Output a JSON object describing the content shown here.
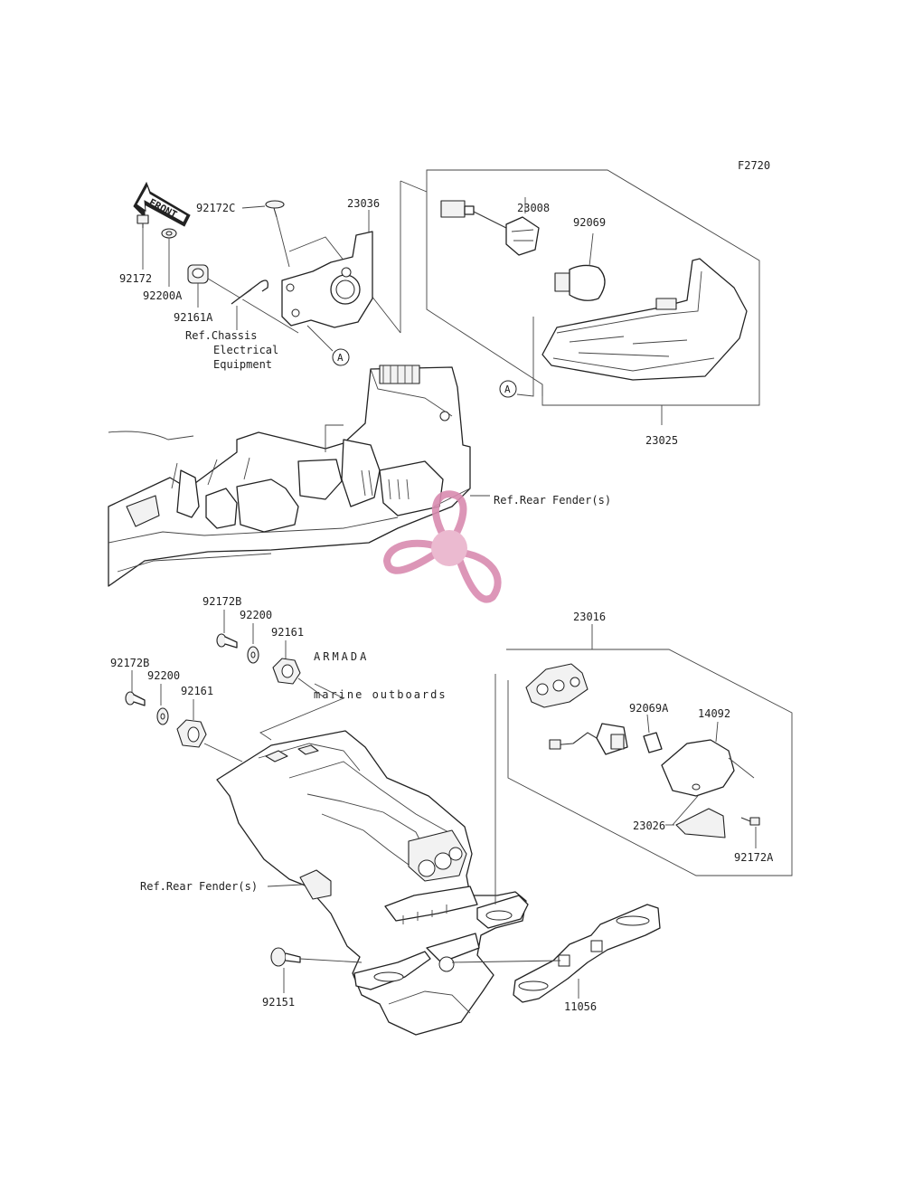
{
  "figure_code": "F2720",
  "direction_label": "FRONT",
  "callout_marker": "A",
  "parts": {
    "p23036": "23036",
    "p92172C": "92172C",
    "p92172": "92172",
    "p92200A": "92200A",
    "p92161A": "92161A",
    "p23008": "23008",
    "p92069": "92069",
    "p23025": "23025",
    "p92172B_1": "92172B",
    "p92200_1": "92200",
    "p92161_1": "92161",
    "p92172B_2": "92172B",
    "p92200_2": "92200",
    "p92161_2": "92161",
    "p23016": "23016",
    "p92069A": "92069A",
    "p14092": "14092",
    "p23026": "23026",
    "p92172A": "92172A",
    "p92151": "92151",
    "p11056": "11056"
  },
  "references": {
    "chassis_line1": "Ref.Chassis",
    "chassis_line2": "Electrical",
    "chassis_line3": "Equipment",
    "rear_fender_upper": "Ref.Rear Fender(s)",
    "rear_fender_lower": "Ref.Rear Fender(s)"
  },
  "watermark": {
    "brand": "ARMADA",
    "tagline": "marine outboards",
    "logo_color": "#d98bb0",
    "logo_center_color": "#e9b3cb"
  }
}
